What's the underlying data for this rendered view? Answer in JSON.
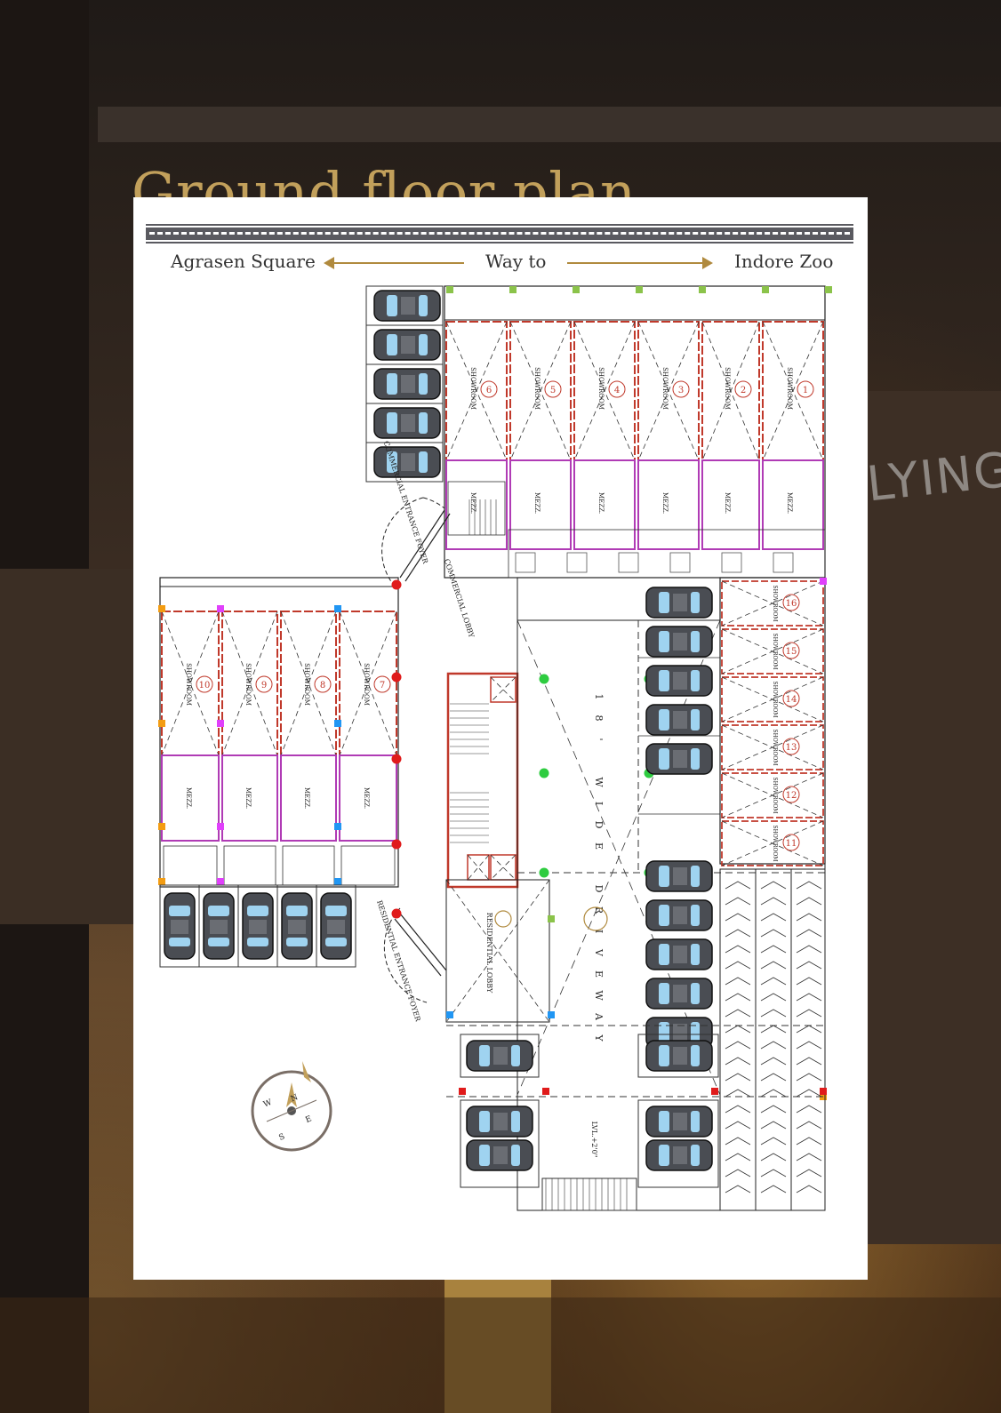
{
  "title": "Ground floor plan",
  "road": {
    "left_label": "Agrasen Square",
    "center_label": "Way to",
    "right_label": "Indore Zoo"
  },
  "background_word": "LYING",
  "colors": {
    "title_gold": "#c2a05b",
    "arrow_gold": "#b08a3e",
    "showroom_red": "#c0392b",
    "mezz_magenta": "#b03bb5",
    "road_grey": "#5a5a60"
  },
  "showrooms_top": [
    {
      "no": "1",
      "label": "SHOWROOM"
    },
    {
      "no": "2",
      "label": "SHOWROOM"
    },
    {
      "no": "3",
      "label": "SHOWROOM"
    },
    {
      "no": "4",
      "label": "SHOWROOM"
    },
    {
      "no": "5",
      "label": "SHOWROOM"
    },
    {
      "no": "6",
      "label": "SHOWROOM"
    }
  ],
  "showrooms_left": [
    {
      "no": "7",
      "label": "SHOWROOM"
    },
    {
      "no": "8",
      "label": "SHOWROOM"
    },
    {
      "no": "9",
      "label": "SHOWROOM"
    },
    {
      "no": "10",
      "label": "SHOWROOM"
    }
  ],
  "showrooms_right": [
    {
      "no": "16",
      "label": "SHOWROOM"
    },
    {
      "no": "15",
      "label": "SHOWROOM"
    },
    {
      "no": "14",
      "label": "SHOWROOM"
    },
    {
      "no": "13",
      "label": "SHOWROOM"
    },
    {
      "no": "12",
      "label": "SHOWROOM"
    },
    {
      "no": "11",
      "label": "SHOWROOM"
    }
  ],
  "labels": {
    "mezz": "MEZZ.",
    "commercial_foyer": "COMMERCIAL ENTRANCE FOYER",
    "commercial_lobby": "COMMERCIAL LOBBY",
    "residential_foyer": "RESIDENTIAL ENTRANCE FOYER",
    "residential_lobby": "RESIDENTIAL LOBBY",
    "driveway": "18' WIDE DRIVEWAY",
    "level": "LVL.+2'0\""
  },
  "compass": {
    "n": "N",
    "s": "S",
    "e": "E",
    "w": "W"
  }
}
